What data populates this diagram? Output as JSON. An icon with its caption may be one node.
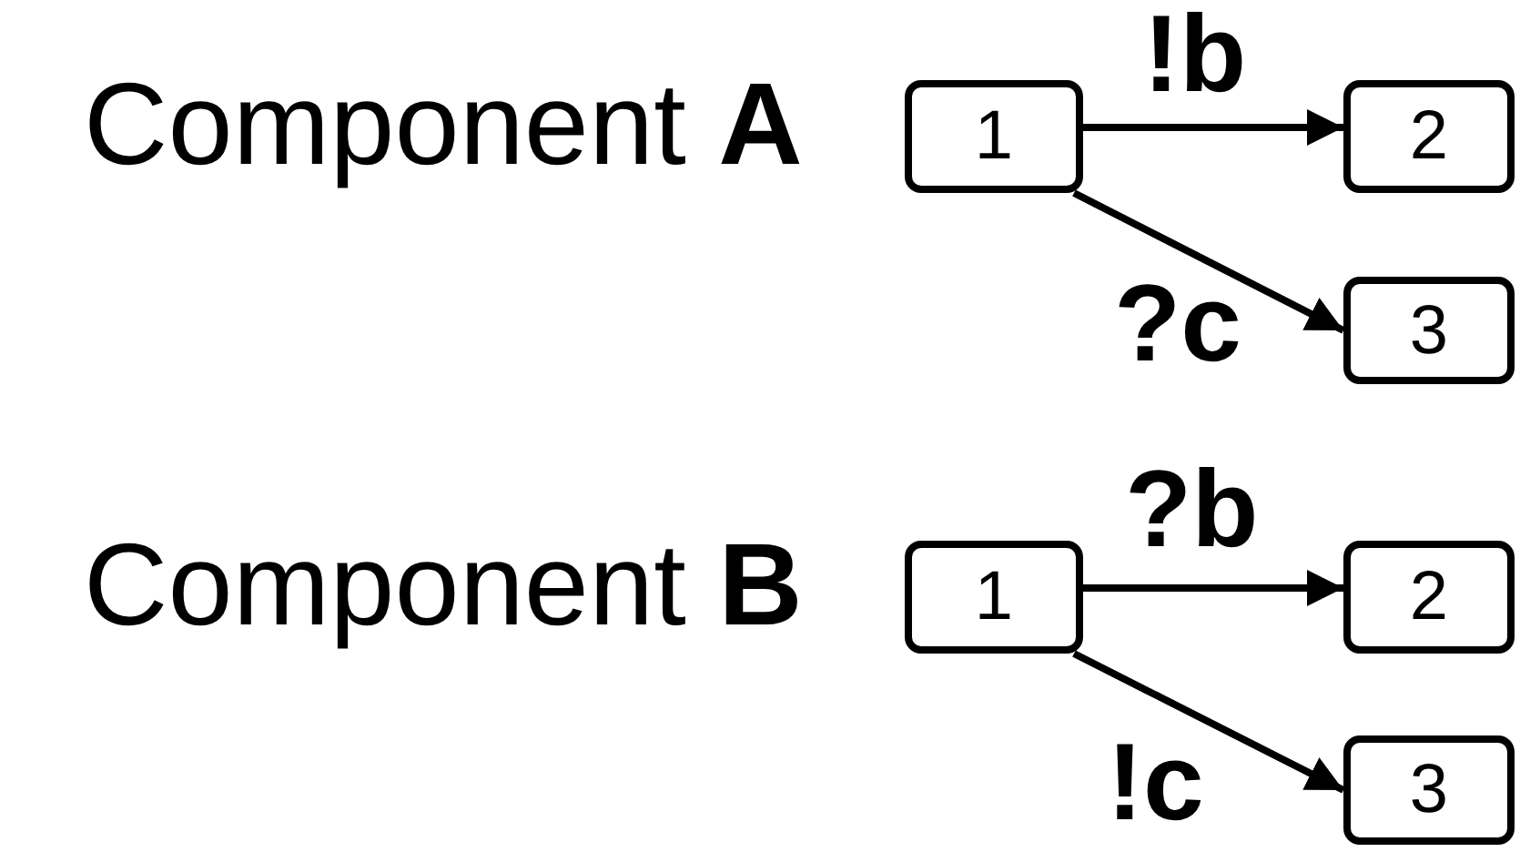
{
  "diagram": {
    "nodes": [
      {
        "text": [
          "1"
        ]
      },
      {
        "text": [
          "2"
        ]
      },
      {
        "text": [
          "3"
        ]
      },
      {
        "text": [
          "1"
        ]
      },
      {
        "text": [
          "2"
        ]
      },
      {
        "text": [
          "3"
        ]
      }
    ],
    "edges": [
      {
        "from": 0,
        "to": 1,
        "arrow": "to",
        "label": "!b"
      },
      {
        "from": 0,
        "to": 2,
        "arrow": "to",
        "label": "?c"
      },
      {
        "from": 3,
        "to": 4,
        "arrow": "to",
        "label": "?b"
      },
      {
        "from": 3,
        "to": 5,
        "arrow": "to",
        "label": "!c"
      }
    ],
    "labels": [
      "Component **A**",
      "Component **B**"
    ]
  }
}
